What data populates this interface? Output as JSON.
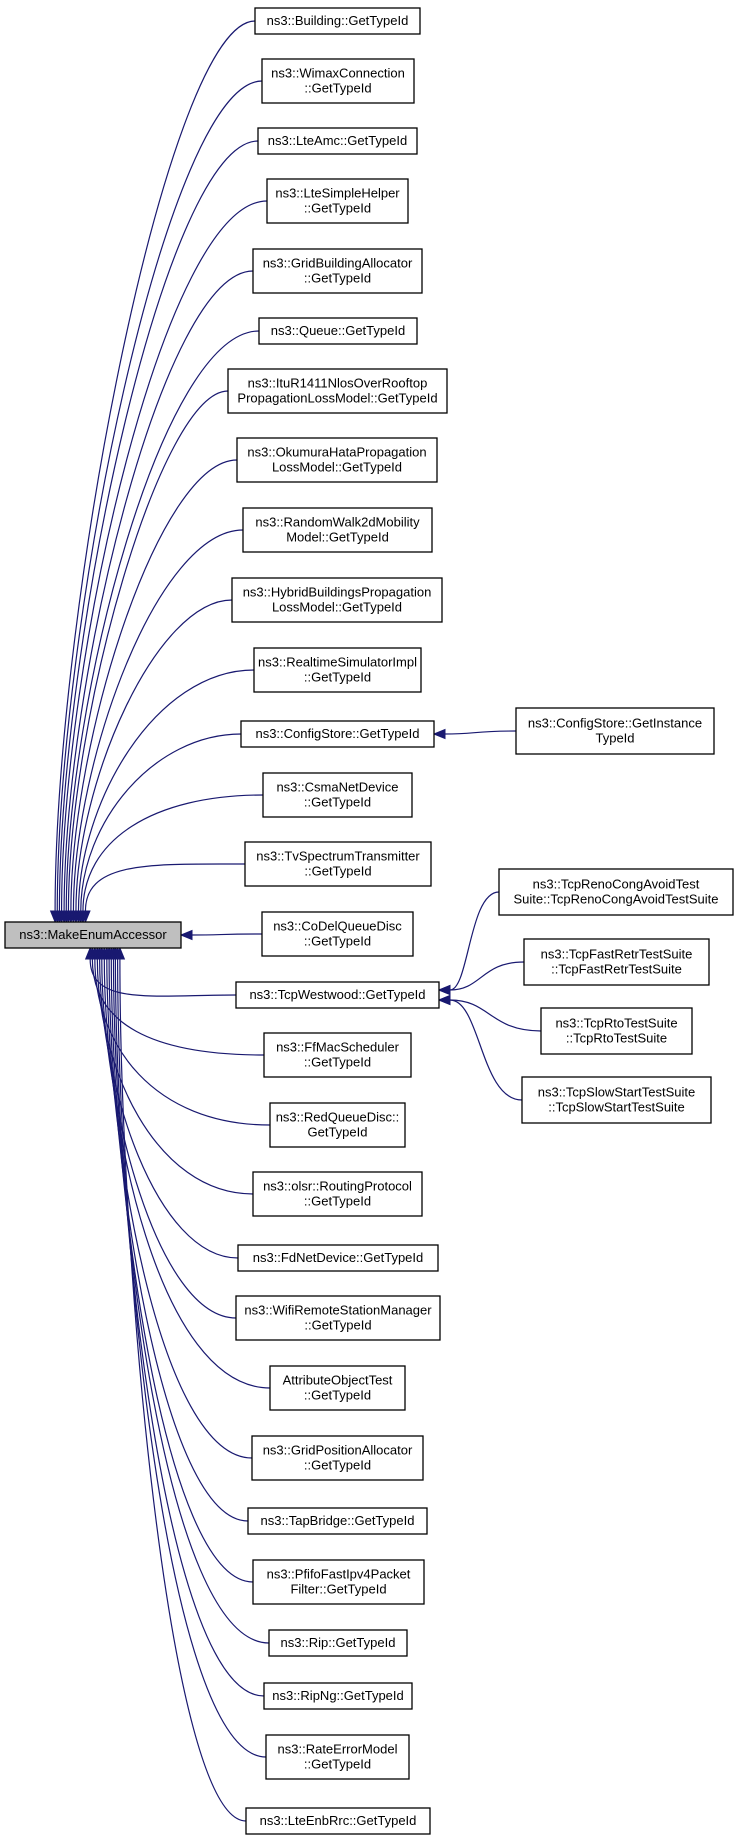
{
  "nodes": [
    {
      "id": "root",
      "lines": [
        "ns3::MakeEnumAccessor"
      ]
    },
    {
      "id": "building",
      "lines": [
        "ns3::Building::GetTypeId"
      ]
    },
    {
      "id": "wimax",
      "lines": [
        "ns3::WimaxConnection",
        "::GetTypeId"
      ]
    },
    {
      "id": "lteamc",
      "lines": [
        "ns3::LteAmc::GetTypeId"
      ]
    },
    {
      "id": "ltesimple",
      "lines": [
        "ns3::LteSimpleHelper",
        "::GetTypeId"
      ]
    },
    {
      "id": "gridbuilding",
      "lines": [
        "ns3::GridBuildingAllocator",
        "::GetTypeId"
      ]
    },
    {
      "id": "queue",
      "lines": [
        "ns3::Queue::GetTypeId"
      ]
    },
    {
      "id": "itu",
      "lines": [
        "ns3::ItuR1411NlosOverRooftop",
        "PropagationLossModel::GetTypeId"
      ]
    },
    {
      "id": "okumura",
      "lines": [
        "ns3::OkumuraHataPropagation",
        "LossModel::GetTypeId"
      ]
    },
    {
      "id": "randomwalk",
      "lines": [
        "ns3::RandomWalk2dMobility",
        "Model::GetTypeId"
      ]
    },
    {
      "id": "hybrid",
      "lines": [
        "ns3::HybridBuildingsPropagation",
        "LossModel::GetTypeId"
      ]
    },
    {
      "id": "realtime",
      "lines": [
        "ns3::RealtimeSimulatorImpl",
        "::GetTypeId"
      ]
    },
    {
      "id": "configstore",
      "lines": [
        "ns3::ConfigStore::GetTypeId"
      ]
    },
    {
      "id": "configstore_inst",
      "lines": [
        "ns3::ConfigStore::GetInstance",
        "TypeId"
      ]
    },
    {
      "id": "csma",
      "lines": [
        "ns3::CsmaNetDevice",
        "::GetTypeId"
      ]
    },
    {
      "id": "tvspectrum",
      "lines": [
        "ns3::TvSpectrumTransmitter",
        "::GetTypeId"
      ]
    },
    {
      "id": "codel",
      "lines": [
        "ns3::CoDelQueueDisc",
        "::GetTypeId"
      ]
    },
    {
      "id": "tcpwestwood",
      "lines": [
        "ns3::TcpWestwood::GetTypeId"
      ]
    },
    {
      "id": "tcpreno",
      "lines": [
        "ns3::TcpRenoCongAvoidTest",
        "Suite::TcpRenoCongAvoidTestSuite"
      ]
    },
    {
      "id": "tcpfastretr",
      "lines": [
        "ns3::TcpFastRetrTestSuite",
        "::TcpFastRetrTestSuite"
      ]
    },
    {
      "id": "tcprto",
      "lines": [
        "ns3::TcpRtoTestSuite",
        "::TcpRtoTestSuite"
      ]
    },
    {
      "id": "tcpslowstart",
      "lines": [
        "ns3::TcpSlowStartTestSuite",
        "::TcpSlowStartTestSuite"
      ]
    },
    {
      "id": "ffmac",
      "lines": [
        "ns3::FfMacScheduler",
        "::GetTypeId"
      ]
    },
    {
      "id": "redqueue",
      "lines": [
        "ns3::RedQueueDisc::",
        "GetTypeId"
      ]
    },
    {
      "id": "olsr",
      "lines": [
        "ns3::olsr::RoutingProtocol",
        "::GetTypeId"
      ]
    },
    {
      "id": "fdnet",
      "lines": [
        "ns3::FdNetDevice::GetTypeId"
      ]
    },
    {
      "id": "wifiremote",
      "lines": [
        "ns3::WifiRemoteStationManager",
        "::GetTypeId"
      ]
    },
    {
      "id": "attrobj",
      "lines": [
        "AttributeObjectTest",
        "::GetTypeId"
      ]
    },
    {
      "id": "gridposition",
      "lines": [
        "ns3::GridPositionAllocator",
        "::GetTypeId"
      ]
    },
    {
      "id": "tapbridge",
      "lines": [
        "ns3::TapBridge::GetTypeId"
      ]
    },
    {
      "id": "pfifo",
      "lines": [
        "ns3::PfifoFastIpv4Packet",
        "Filter::GetTypeId"
      ]
    },
    {
      "id": "rip",
      "lines": [
        "ns3::Rip::GetTypeId"
      ]
    },
    {
      "id": "ripng",
      "lines": [
        "ns3::RipNg::GetTypeId"
      ]
    },
    {
      "id": "rateerror",
      "lines": [
        "ns3::RateErrorModel",
        "::GetTypeId"
      ]
    },
    {
      "id": "lteenbrrc",
      "lines": [
        "ns3::LteEnbRrc::GetTypeId"
      ]
    }
  ],
  "edges": [
    {
      "from": "building",
      "to": "root"
    },
    {
      "from": "wimax",
      "to": "root"
    },
    {
      "from": "lteamc",
      "to": "root"
    },
    {
      "from": "ltesimple",
      "to": "root"
    },
    {
      "from": "gridbuilding",
      "to": "root"
    },
    {
      "from": "queue",
      "to": "root"
    },
    {
      "from": "itu",
      "to": "root"
    },
    {
      "from": "okumura",
      "to": "root"
    },
    {
      "from": "randomwalk",
      "to": "root"
    },
    {
      "from": "hybrid",
      "to": "root"
    },
    {
      "from": "realtime",
      "to": "root"
    },
    {
      "from": "configstore",
      "to": "root"
    },
    {
      "from": "csma",
      "to": "root"
    },
    {
      "from": "tvspectrum",
      "to": "root"
    },
    {
      "from": "codel",
      "to": "root"
    },
    {
      "from": "tcpwestwood",
      "to": "root"
    },
    {
      "from": "ffmac",
      "to": "root"
    },
    {
      "from": "redqueue",
      "to": "root"
    },
    {
      "from": "olsr",
      "to": "root"
    },
    {
      "from": "fdnet",
      "to": "root"
    },
    {
      "from": "wifiremote",
      "to": "root"
    },
    {
      "from": "attrobj",
      "to": "root"
    },
    {
      "from": "gridposition",
      "to": "root"
    },
    {
      "from": "tapbridge",
      "to": "root"
    },
    {
      "from": "pfifo",
      "to": "root"
    },
    {
      "from": "rip",
      "to": "root"
    },
    {
      "from": "ripng",
      "to": "root"
    },
    {
      "from": "rateerror",
      "to": "root"
    },
    {
      "from": "lteenbrrc",
      "to": "root"
    },
    {
      "from": "configstore_inst",
      "to": "configstore"
    },
    {
      "from": "tcpreno",
      "to": "tcpwestwood"
    },
    {
      "from": "tcpfastretr",
      "to": "tcpwestwood"
    },
    {
      "from": "tcprto",
      "to": "tcpwestwood"
    },
    {
      "from": "tcpslowstart",
      "to": "tcpwestwood"
    }
  ],
  "colors": {
    "edge": "#191970",
    "root_fill": "#bfbfbf",
    "node_fill": "#ffffff",
    "border": "#000000"
  }
}
